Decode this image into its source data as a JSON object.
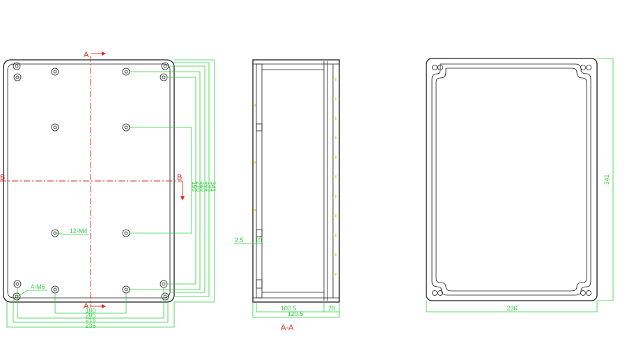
{
  "drawing": {
    "section_marks": {
      "a_top": "A",
      "a_bottom": "A",
      "b_left": "B",
      "b_right": "B",
      "section_title": "A-A"
    },
    "front_view": {
      "vertical_dims": [
        "150",
        "270",
        "310",
        "322",
        "341"
      ],
      "horizontal_dims": [
        "100",
        "205",
        "216",
        "236"
      ],
      "hole_note": "12-M4",
      "corner_note": "4-M6"
    },
    "section_view": {
      "dims": [
        "100.5",
        "120.5",
        "20"
      ],
      "wall_dims": [
        "2.5",
        "10"
      ]
    },
    "lid_view": {
      "height_dim": "341",
      "width_dim": "236"
    },
    "colors": {
      "outline": "#1a1a1a",
      "dimension": "#2ecc40",
      "center_line": "#e0241f",
      "marker": "#e6d800"
    }
  }
}
